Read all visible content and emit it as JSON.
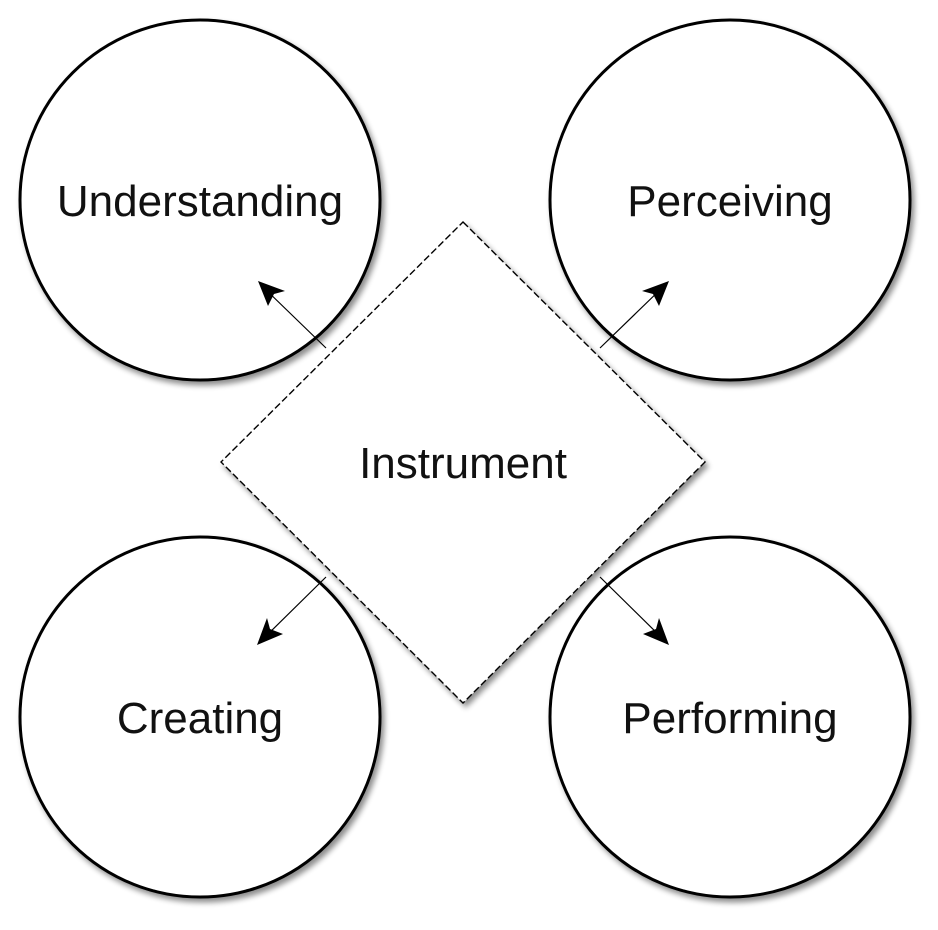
{
  "diagram": {
    "center": {
      "label": "Instrument"
    },
    "nodes": [
      {
        "label": "Understanding"
      },
      {
        "label": "Perceiving"
      },
      {
        "label": "Creating"
      },
      {
        "label": "Performing"
      }
    ]
  },
  "colors": {
    "stroke": "#000000",
    "fill": "#ffffff",
    "text": "#111111",
    "shadow": "#9a9a9a"
  }
}
